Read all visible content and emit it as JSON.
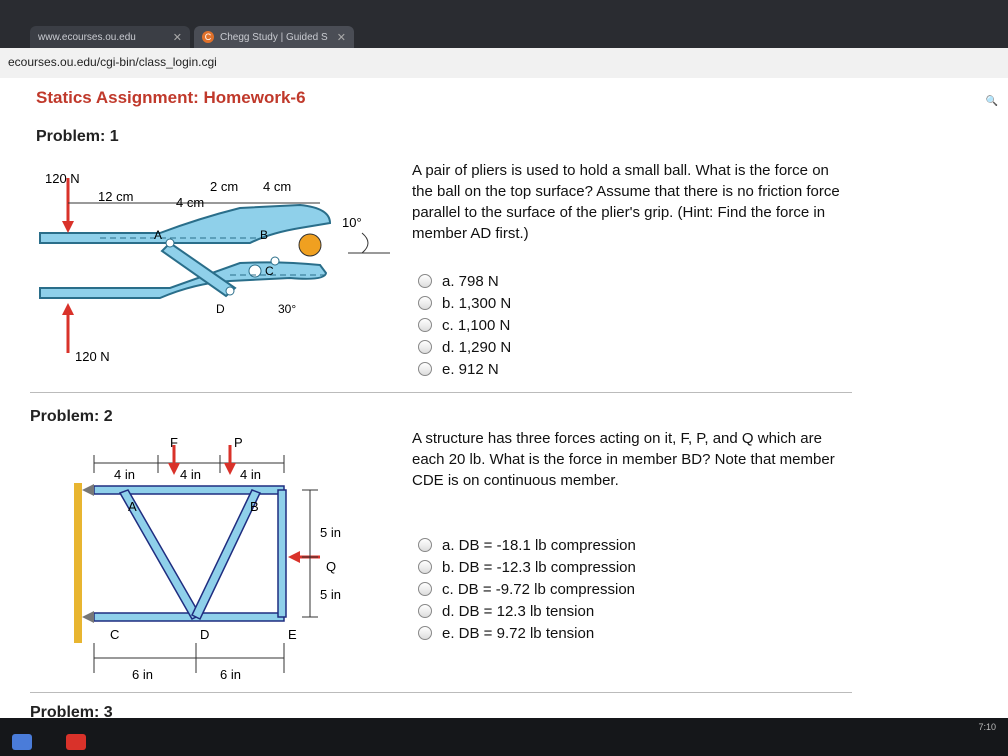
{
  "browser": {
    "tabs": [
      {
        "label": "www.ecourses.ou.edu"
      },
      {
        "label": "Chegg Study | Guided S"
      }
    ],
    "url": "ecourses.ou.edu/cgi-bin/class_login.cgi"
  },
  "page": {
    "title": "Statics Assignment: Homework-6"
  },
  "problem1": {
    "heading": "Problem: 1",
    "question": "A pair of pliers is used to hold a small ball. What is the force on the ball on the top surface? Assume that there is no friction force parallel to the surface of the plier's grip. (Hint: Find the force in member AD first.)",
    "options": [
      "a.  798 N",
      "b.  1,300 N",
      "c.  1,100 N",
      "d.  1,290 N",
      "e.  912 N"
    ],
    "figure": {
      "force_top": "120 N",
      "force_bottom": "120 N",
      "dim_12": "12 cm",
      "dim_4a": "4 cm",
      "dim_2": "2 cm",
      "dim_4b": "4 cm",
      "angle_10": "10°",
      "angle_30": "30°",
      "A": "A",
      "B": "B",
      "C": "C",
      "D": "D"
    }
  },
  "problem2": {
    "heading": "Problem: 2",
    "question": "A structure has three forces acting on it, F, P, and Q which are each 20 lb. What is the force in member BD? Note that member CDE is on continuous member.",
    "options": [
      "a.  DB = -18.1 lb compression",
      "b.  DB = -12.3 lb compression",
      "c.  DB = -9.72 lb compression",
      "d.  DB = 12.3 lb tension",
      "e.  DB = 9.72 lb tension"
    ],
    "figure": {
      "F": "F",
      "P": "P",
      "Q": "Q",
      "A": "A",
      "B": "B",
      "C": "C",
      "D": "D",
      "E": "E",
      "d1": "4 in",
      "d2": "4 in",
      "d3": "4 in",
      "v1": "5 in",
      "v2": "5 in",
      "b1": "6 in",
      "b2": "6 in"
    }
  },
  "problem3": {
    "heading": "Problem: 3"
  },
  "taskbar": {
    "time": "7:10"
  }
}
